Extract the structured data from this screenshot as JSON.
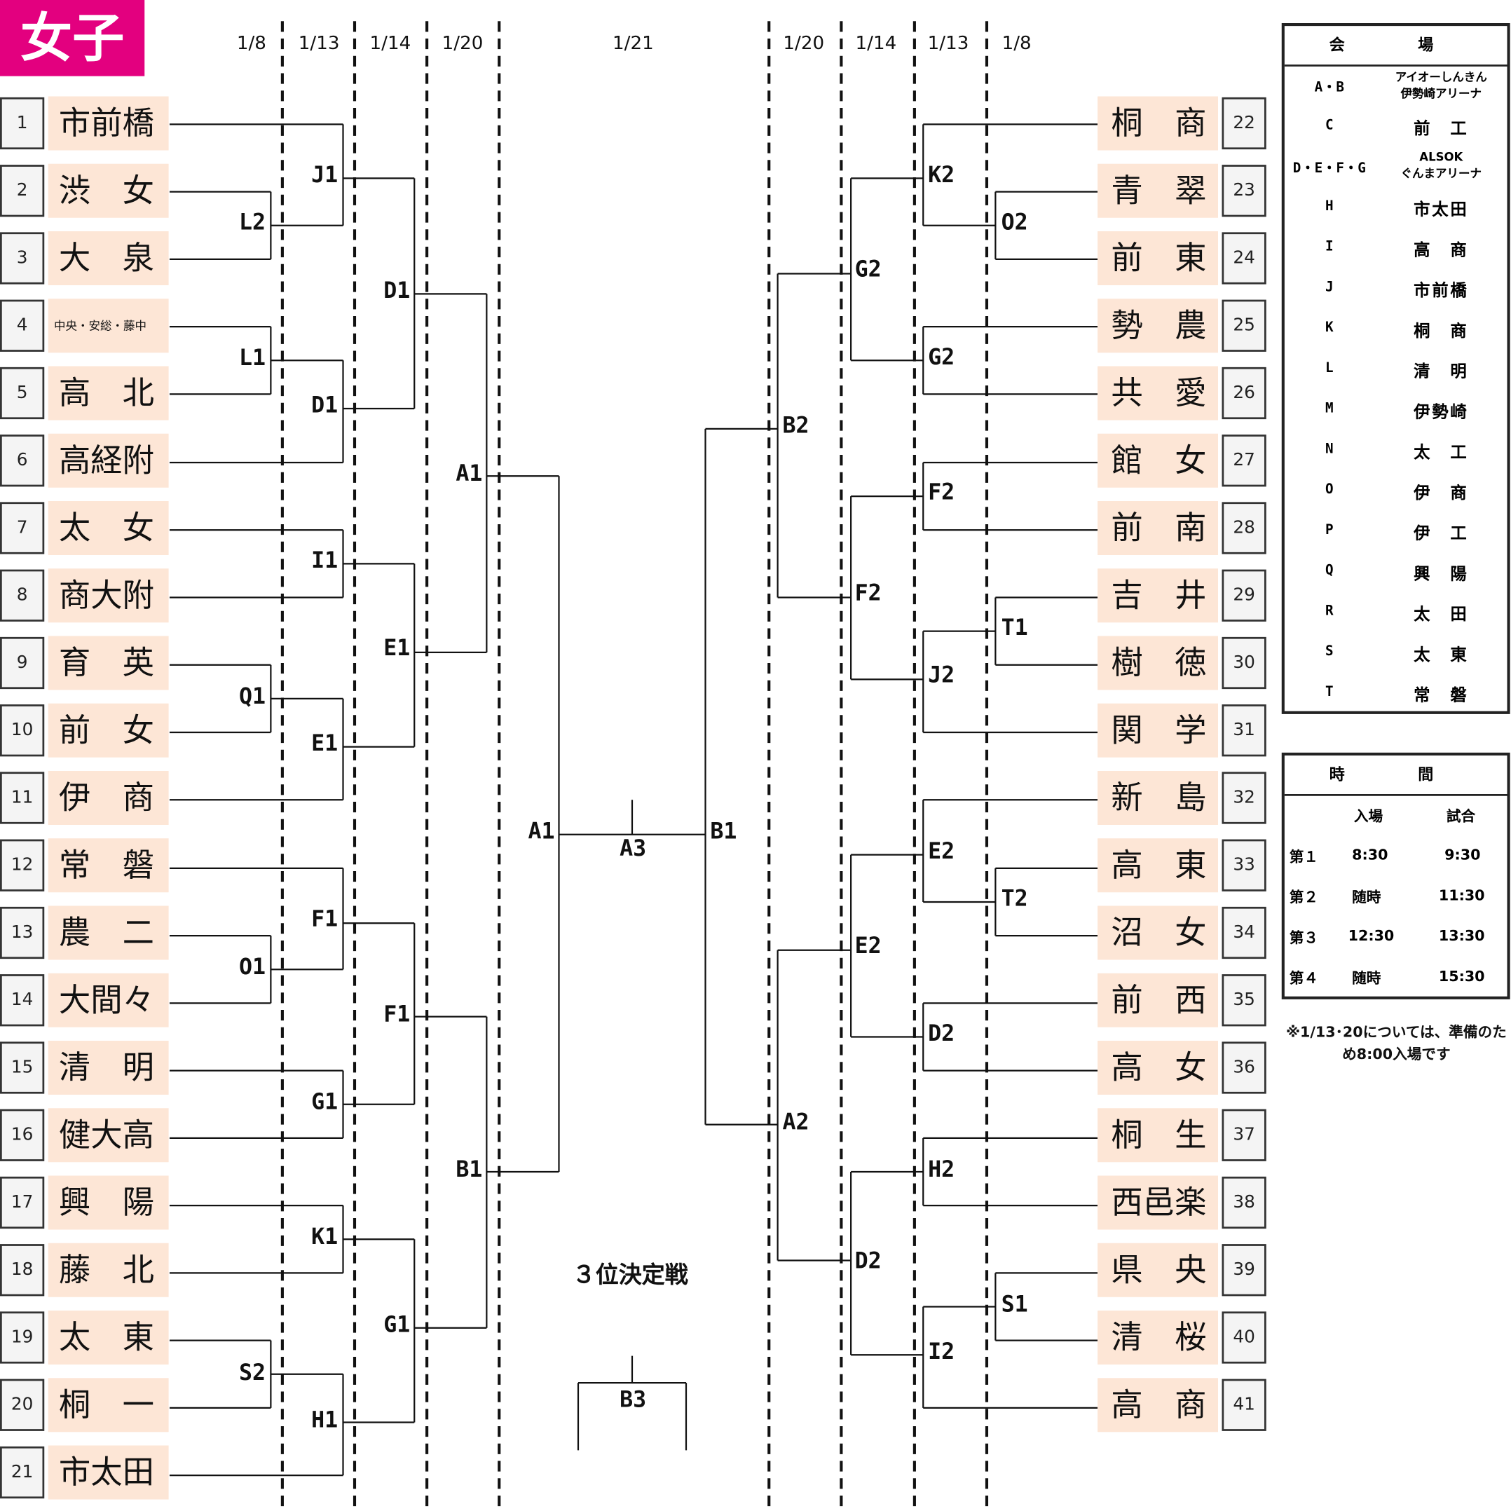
{
  "title": "女子",
  "dates_left": [
    "1/8",
    "1/13",
    "1/14",
    "1/20"
  ],
  "final_date": "1/21",
  "dates_right": [
    "1/20",
    "1/14",
    "1/13",
    "1/8"
  ],
  "left_teams": [
    {
      "no": "1",
      "name": "市前橋"
    },
    {
      "no": "2",
      "name": "渋　女"
    },
    {
      "no": "3",
      "name": "大　泉"
    },
    {
      "no": "4",
      "name": "中央・安総・藤中"
    },
    {
      "no": "5",
      "name": "高　北"
    },
    {
      "no": "6",
      "name": "高経附"
    },
    {
      "no": "7",
      "name": "太　女"
    },
    {
      "no": "8",
      "name": "商大附"
    },
    {
      "no": "9",
      "name": "育　英"
    },
    {
      "no": "10",
      "name": "前　女"
    },
    {
      "no": "11",
      "name": "伊　商"
    },
    {
      "no": "12",
      "name": "常　磐"
    },
    {
      "no": "13",
      "name": "農　二"
    },
    {
      "no": "14",
      "name": "大間々"
    },
    {
      "no": "15",
      "name": "清　明"
    },
    {
      "no": "16",
      "name": "健大高"
    },
    {
      "no": "17",
      "name": "興　陽"
    },
    {
      "no": "18",
      "name": "藤　北"
    },
    {
      "no": "19",
      "name": "太　東"
    },
    {
      "no": "20",
      "name": "桐　一"
    },
    {
      "no": "21",
      "name": "市太田"
    }
  ],
  "right_teams": [
    {
      "no": "22",
      "name": "桐　商"
    },
    {
      "no": "23",
      "name": "青　翠"
    },
    {
      "no": "24",
      "name": "前　東"
    },
    {
      "no": "25",
      "name": "勢　農"
    },
    {
      "no": "26",
      "name": "共　愛"
    },
    {
      "no": "27",
      "name": "館　女"
    },
    {
      "no": "28",
      "name": "前　南"
    },
    {
      "no": "29",
      "name": "吉　井"
    },
    {
      "no": "30",
      "name": "樹　徳"
    },
    {
      "no": "31",
      "name": "関　学"
    },
    {
      "no": "32",
      "name": "新　島"
    },
    {
      "no": "33",
      "name": "高　東"
    },
    {
      "no": "34",
      "name": "沼　女"
    },
    {
      "no": "35",
      "name": "前　西"
    },
    {
      "no": "36",
      "name": "高　女"
    },
    {
      "no": "37",
      "name": "桐　生"
    },
    {
      "no": "38",
      "name": "西邑楽"
    },
    {
      "no": "39",
      "name": "県　央"
    },
    {
      "no": "40",
      "name": "清　桜"
    },
    {
      "no": "41",
      "name": "高　商"
    }
  ],
  "match_labels": [
    "L2",
    "L1",
    "Q1",
    "O1",
    "S2",
    "J1",
    "D1",
    "I1",
    "E1",
    "F1",
    "G1",
    "K1",
    "H1",
    "D1",
    "E1",
    "F1",
    "G1",
    "A1",
    "B1",
    "A1",
    "A3",
    "B1",
    "O2",
    "T1",
    "T2",
    "S1",
    "K2",
    "G2",
    "F2",
    "J2",
    "E2",
    "D2",
    "H2",
    "I2",
    "G2",
    "F2",
    "E2",
    "D2",
    "B2",
    "A2",
    "B3"
  ],
  "third_place": "３位決定戦",
  "venues": {
    "title": "会　場",
    "rows": [
      {
        "code": "A・B",
        "name": [
          "アイオーしんきん",
          "伊勢崎アリーナ"
        ]
      },
      {
        "code": "C",
        "name": [
          "前　工"
        ]
      },
      {
        "code": "D・E・F・G",
        "name": [
          "ALSOK",
          "ぐんまアリーナ"
        ]
      },
      {
        "code": "H",
        "name": [
          "市太田"
        ]
      },
      {
        "code": "I",
        "name": [
          "高　商"
        ]
      },
      {
        "code": "J",
        "name": [
          "市前橋"
        ]
      },
      {
        "code": "K",
        "name": [
          "桐　商"
        ]
      },
      {
        "code": "L",
        "name": [
          "清　明"
        ]
      },
      {
        "code": "M",
        "name": [
          "伊勢崎"
        ]
      },
      {
        "code": "N",
        "name": [
          "太　工"
        ]
      },
      {
        "code": "O",
        "name": [
          "伊　商"
        ]
      },
      {
        "code": "P",
        "name": [
          "伊　工"
        ]
      },
      {
        "code": "Q",
        "name": [
          "興　陽"
        ]
      },
      {
        "code": "R",
        "name": [
          "太　田"
        ]
      },
      {
        "code": "S",
        "name": [
          "太　東"
        ]
      },
      {
        "code": "T",
        "name": [
          "常　磐"
        ]
      }
    ]
  },
  "times": {
    "title": "時　間",
    "col_entry": "入場",
    "col_match": "試合",
    "rows": [
      {
        "label": "第１",
        "entry": "8:30",
        "match": "9:30"
      },
      {
        "label": "第２",
        "entry": "随時",
        "match": "11:30"
      },
      {
        "label": "第３",
        "entry": "12:30",
        "match": "13:30"
      },
      {
        "label": "第４",
        "entry": "随時",
        "match": "15:30"
      }
    ]
  },
  "note": "※1/13･20については、準備のため8:00入場です"
}
